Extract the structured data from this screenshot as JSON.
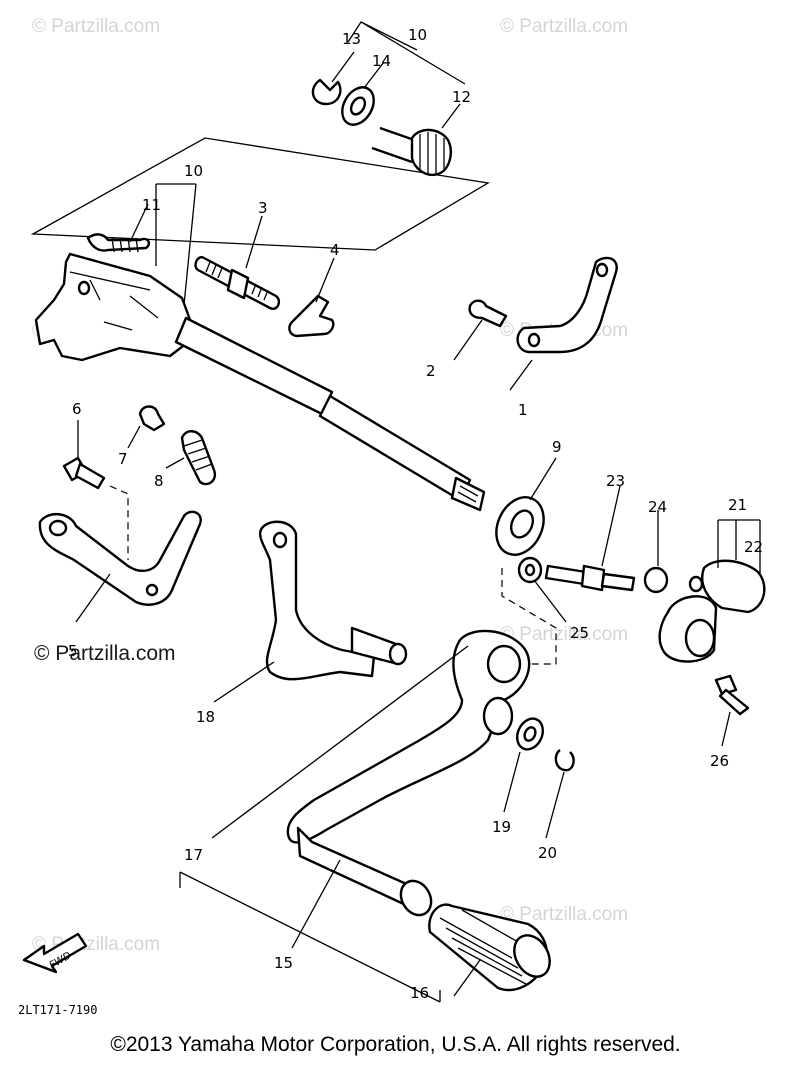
{
  "watermark": "© Partzilla.com",
  "copyright": "©2013  Yamaha Motor Corporation, U.S.A. All rights reserved.",
  "diagram_code": "2LT171-7190",
  "fwd_label": "FWD",
  "callouts": {
    "c1": "1",
    "c2": "2",
    "c3": "3",
    "c4": "4",
    "c5": "5",
    "c6": "6",
    "c7": "7",
    "c8": "8",
    "c9": "9",
    "c10a": "10",
    "c10b": "10",
    "c11": "11",
    "c12": "12",
    "c13": "13",
    "c14": "14",
    "c15": "15",
    "c16": "16",
    "c17": "17",
    "c18": "18",
    "c19": "19",
    "c20": "20",
    "c21": "21",
    "c22": "22",
    "c23": "23",
    "c24": "24",
    "c25": "25",
    "c26": "26"
  }
}
